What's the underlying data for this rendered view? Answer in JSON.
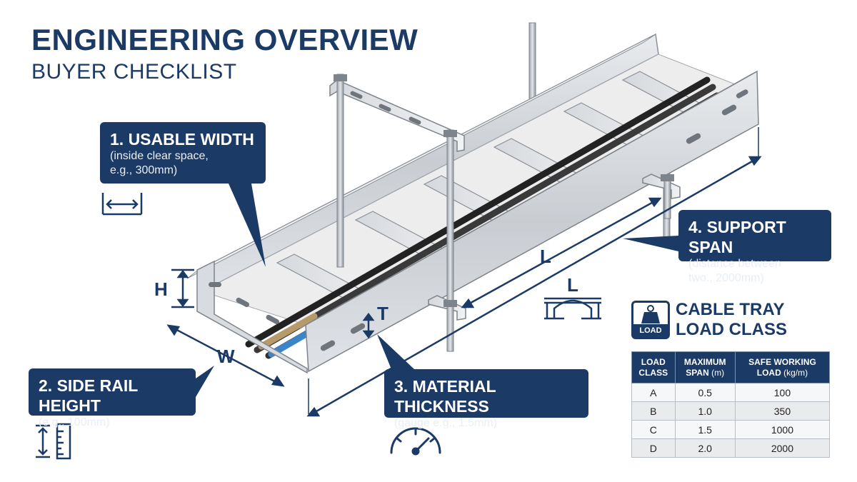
{
  "header": {
    "title": "ENGINEERING OVERVIEW",
    "subtitle": "BUYER CHECKLIST"
  },
  "callouts": [
    {
      "heading": "1. USABLE WIDTH",
      "detail_1": "(inside clear space,",
      "detail_2": "e.g., 300mm)"
    },
    {
      "heading": "2. SIDE RAIL HEIGHT",
      "detail_1": "(e.g., 100mm)"
    },
    {
      "heading": "3. MATERIAL THICKNESS",
      "detail_1": "(gauge e.g., 1.5mm)"
    },
    {
      "heading": "4. SUPPORT SPAN",
      "detail_1": "(distance between",
      "detail_2": "two., 2000mm)"
    }
  ],
  "dimension_labels": {
    "height": "H",
    "width": "W",
    "thickness": "T",
    "length": "L",
    "span_icon": "L"
  },
  "load_class": {
    "title_line_1": "CABLE TRAY",
    "title_line_2": "LOAD CLASS",
    "badge_text": "LOAD",
    "headers": [
      {
        "line_1": "LOAD",
        "line_2": "CLASS"
      },
      {
        "line_1": "MAXIMUM",
        "line_2": "SPAN",
        "unit": "(m)"
      },
      {
        "line_1": "SAFE WORKING",
        "line_2": "LOAD",
        "unit": "(kg/m)"
      }
    ],
    "rows": [
      {
        "cls": "A",
        "span": "0.5",
        "load": "100"
      },
      {
        "cls": "B",
        "span": "1.0",
        "load": "350"
      },
      {
        "cls": "C",
        "span": "1.5",
        "load": "1000"
      },
      {
        "cls": "D",
        "span": "2.0",
        "load": "2000"
      }
    ]
  },
  "colors": {
    "navy": "#1b3a66",
    "steel_light": "#e6e8eb",
    "steel_mid": "#c3c7cc",
    "steel_dark": "#9aa0a8",
    "cable": "#2a2a2a",
    "cable_tan": "#b89a6a",
    "cable_blue": "#3a86c8"
  },
  "icons": [
    "width-arrow-icon",
    "height-ruler-icon",
    "gauge-icon",
    "span-bridge-icon",
    "weight-icon"
  ]
}
